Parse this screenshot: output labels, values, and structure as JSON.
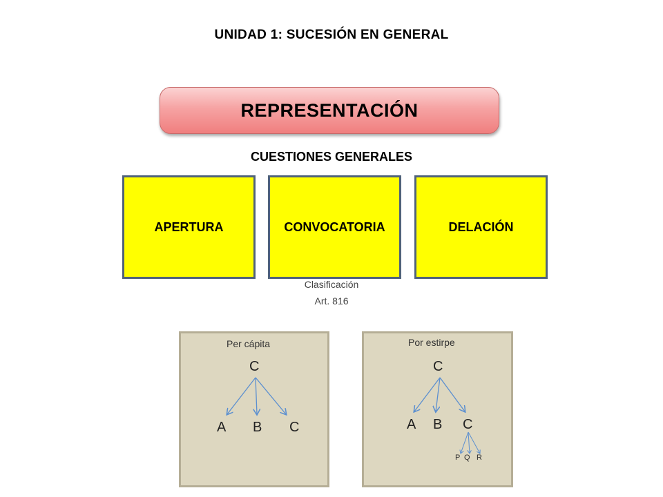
{
  "title": "UNIDAD 1: SUCESIÓN EN GENERAL",
  "banner": "REPRESENTACIÓN",
  "subtitle": "CUESTIONES GENERALES",
  "boxes": [
    "APERTURA",
    "CONVOCATORIA",
    "DELACIÓN"
  ],
  "note_line1": "Clasificación",
  "note_line2": "Art. 816",
  "left_panel": {
    "label": "Per cápita",
    "root": "C",
    "children": [
      "A",
      "B",
      "C"
    ]
  },
  "right_panel": {
    "label": "Por estirpe",
    "root": "C",
    "children": [
      "A",
      "B",
      "C"
    ],
    "grandchildren": [
      "P",
      "Q",
      "R"
    ]
  },
  "colors": {
    "box_fill": "#ffff00",
    "box_border": "#50627a",
    "banner_fill": "#f6a3a3",
    "panel_fill": "#ddd7c0",
    "arrow": "#5b8fd0"
  }
}
